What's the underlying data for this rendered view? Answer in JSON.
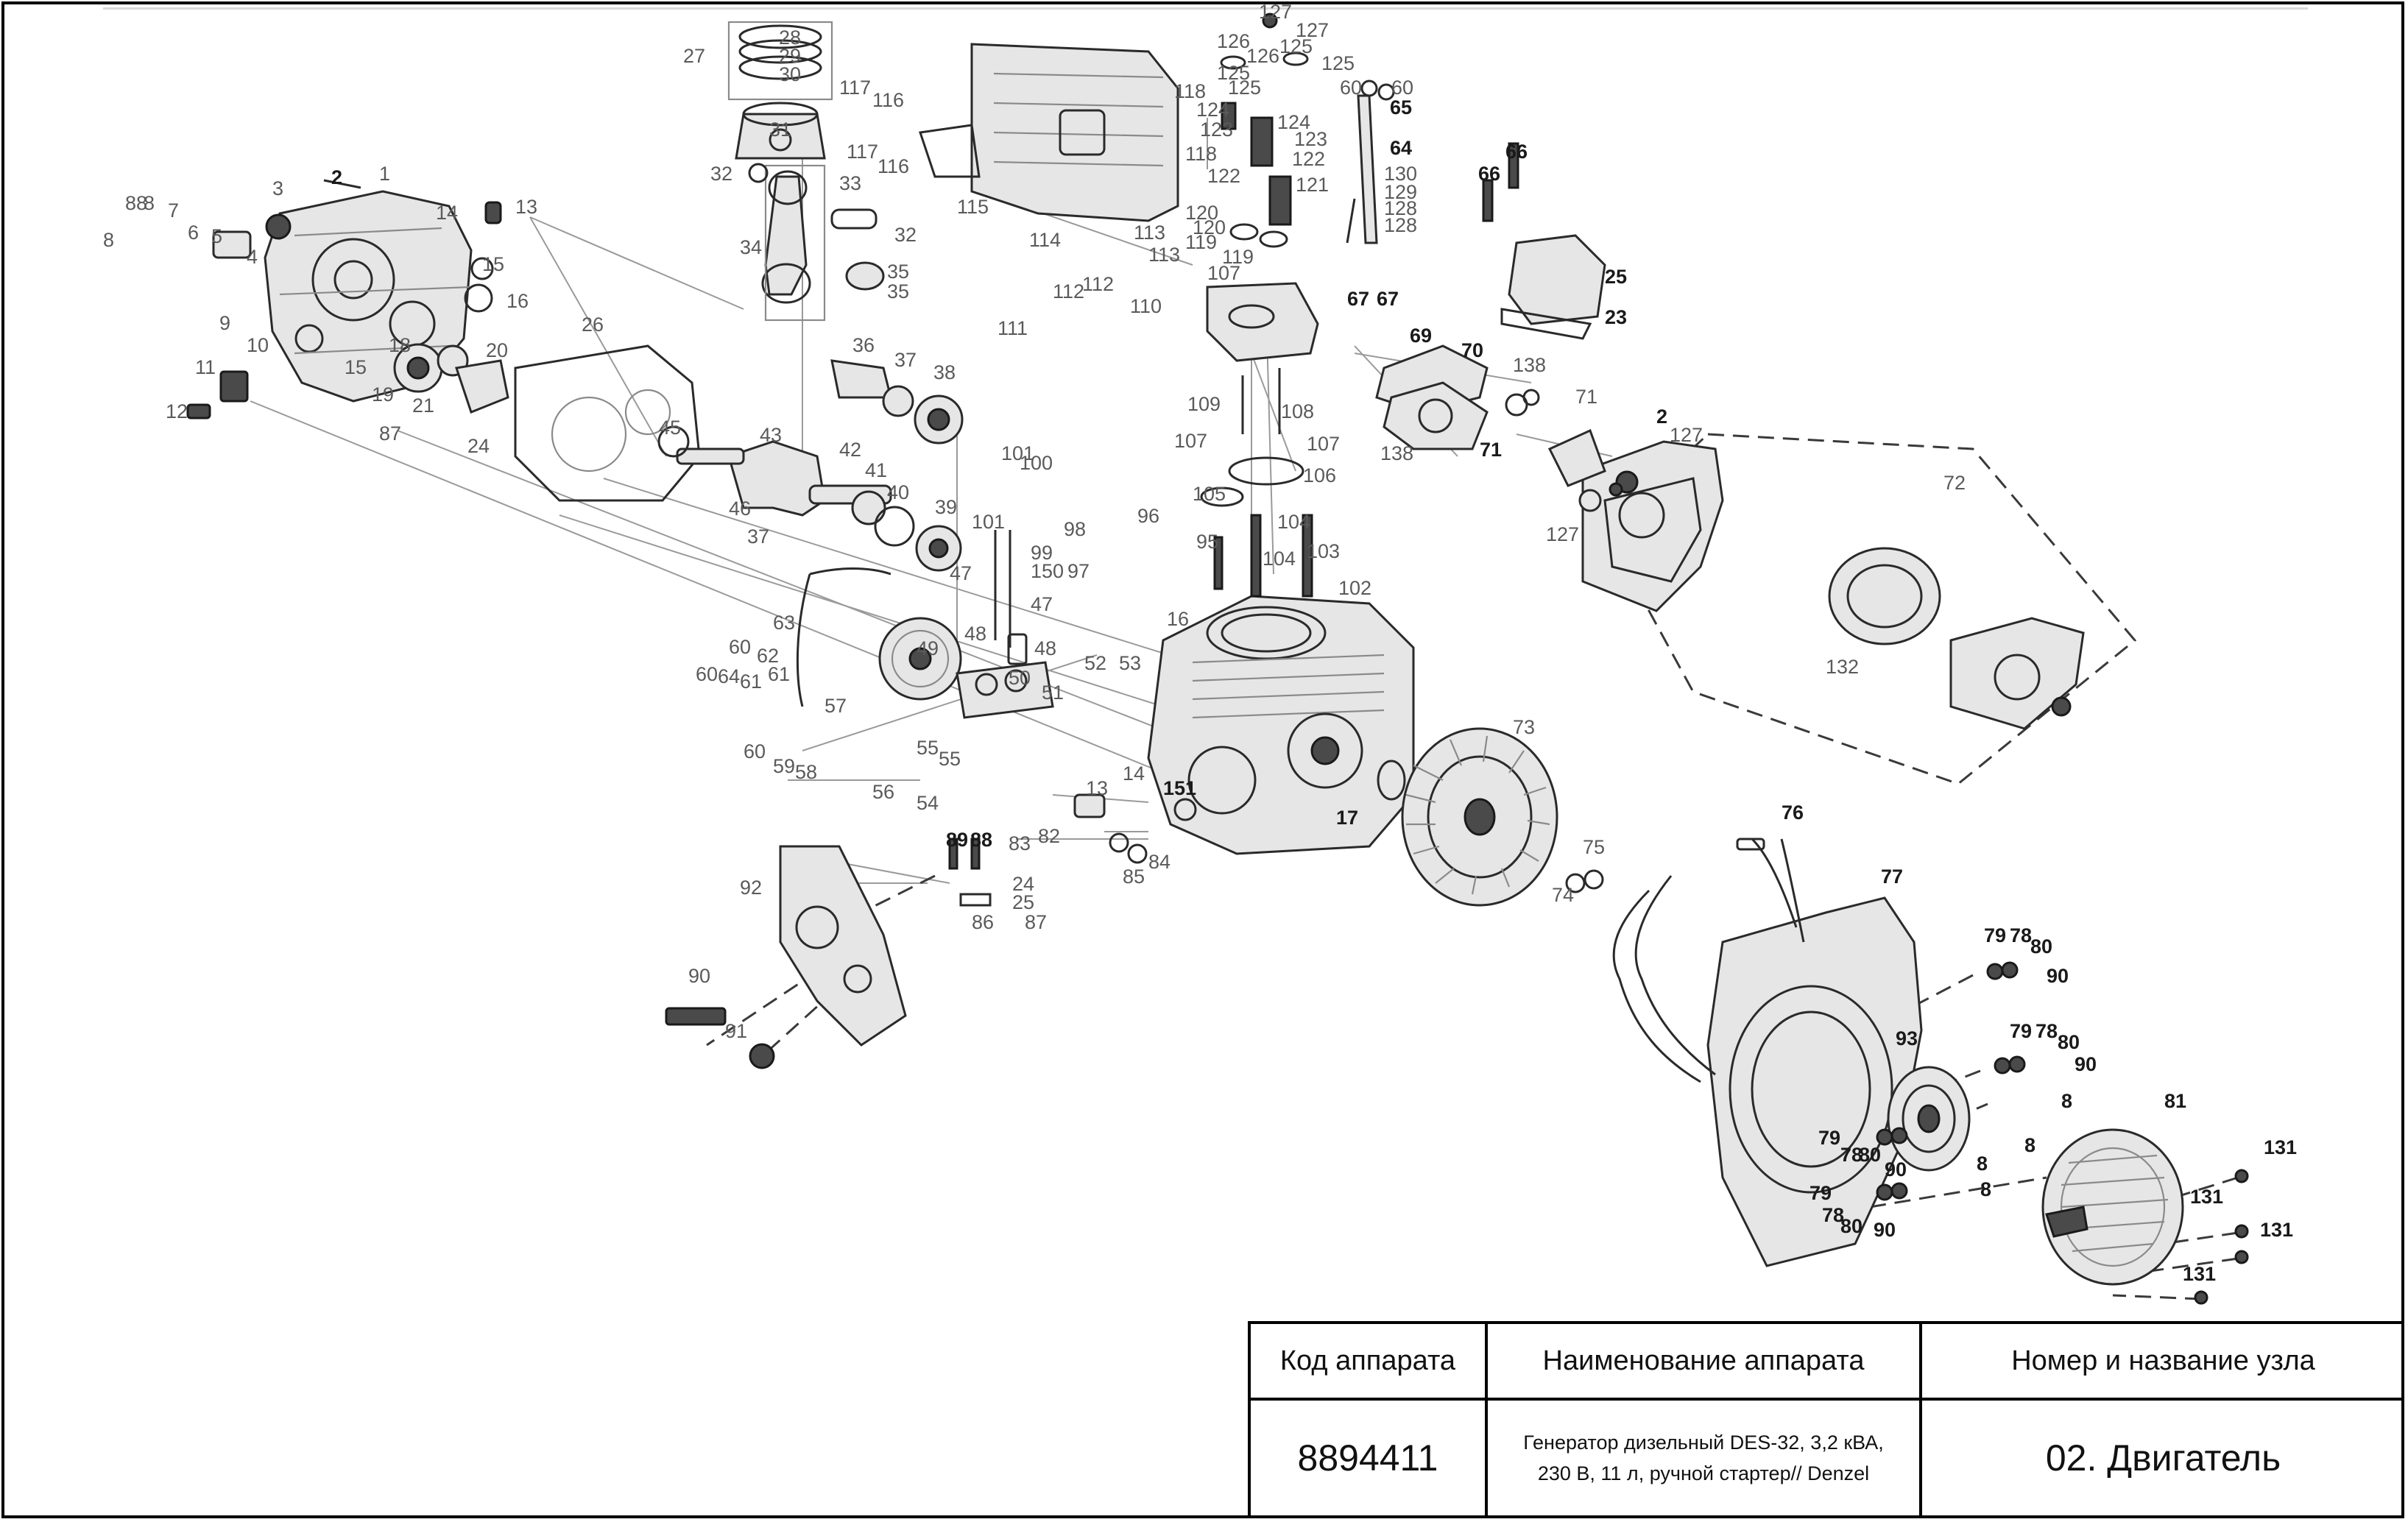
{
  "drawing": {
    "callouts": [
      "1",
      "2",
      "3",
      "4",
      "5",
      "6",
      "7",
      "8",
      "9",
      "10",
      "11",
      "12",
      "13",
      "14",
      "15",
      "16",
      "17",
      "18",
      "19",
      "20",
      "21",
      "23",
      "24",
      "25",
      "26",
      "27",
      "28",
      "29",
      "30",
      "31",
      "32",
      "33",
      "34",
      "35",
      "36",
      "37",
      "38",
      "39",
      "40",
      "41",
      "42",
      "43",
      "45",
      "46",
      "47",
      "48",
      "49",
      "50",
      "51",
      "52",
      "53",
      "54",
      "55",
      "56",
      "57",
      "58",
      "59",
      "60",
      "61",
      "62",
      "63",
      "64",
      "65",
      "66",
      "67",
      "69",
      "70",
      "71",
      "72",
      "73",
      "74",
      "75",
      "76",
      "77",
      "78",
      "79",
      "80",
      "81",
      "82",
      "83",
      "84",
      "85",
      "86",
      "87",
      "88",
      "89",
      "90",
      "91",
      "92",
      "93",
      "95",
      "96",
      "97",
      "98",
      "99",
      "100",
      "101",
      "102",
      "103",
      "104",
      "105",
      "106",
      "107",
      "108",
      "109",
      "110",
      "111",
      "112",
      "113",
      "114",
      "115",
      "116",
      "117",
      "118",
      "119",
      "120",
      "121",
      "122",
      "123",
      "124",
      "125",
      "126",
      "127",
      "128",
      "129",
      "130",
      "131",
      "132",
      "138",
      "150",
      "151"
    ]
  },
  "title_block": {
    "header": {
      "code": "Код аппарата",
      "name": "Наименование аппарата",
      "node": "Номер и название узла"
    },
    "values": {
      "code": "8894411",
      "name": "Генератор дизельный DES-32, 3,2 кВА, 230 В, 11 л, ручной стартер// Denzel",
      "node": "02. Двигатель"
    }
  }
}
